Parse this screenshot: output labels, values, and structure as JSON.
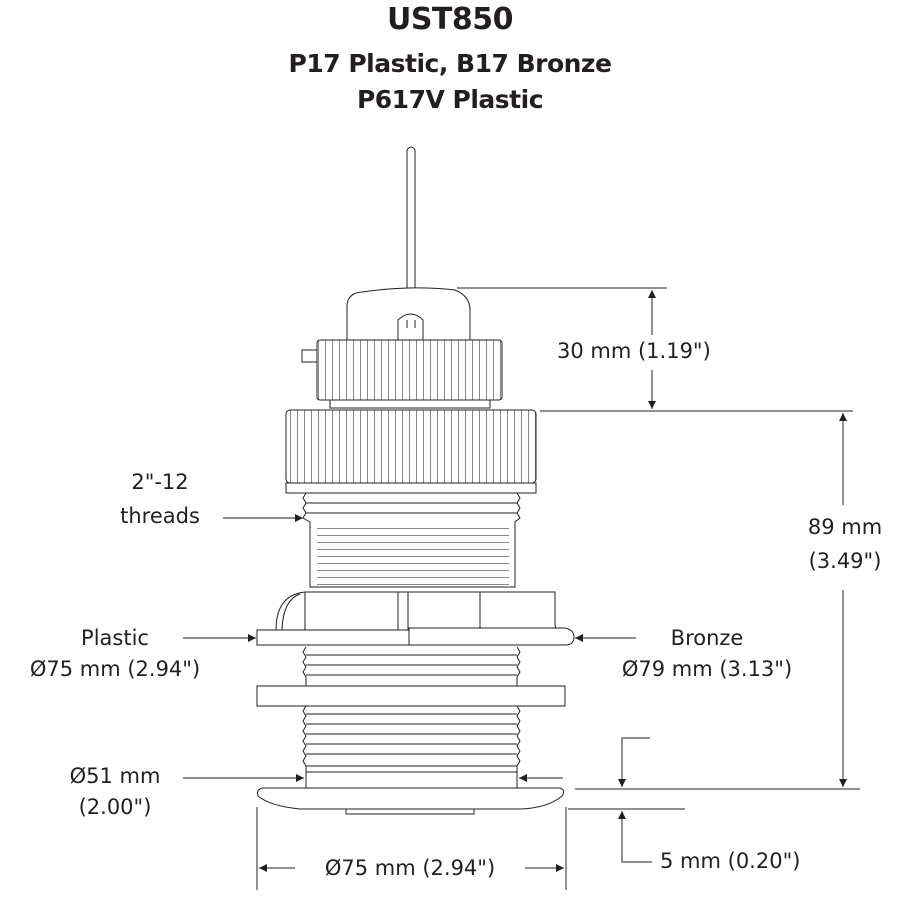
{
  "title": {
    "model": "UST850",
    "variants_line1": "P17 Plastic, B17 Bronze",
    "variants_line2": "P617V Plastic"
  },
  "dimensions": {
    "cap_height": "30 mm (1.19\")",
    "body_height_mm": "89 mm",
    "body_height_in": "(3.49\")",
    "threads_line1": "2\"-12",
    "threads_line2": "threads",
    "plastic_label": "Plastic",
    "plastic_diameter": "Ø75 mm (2.94\")",
    "bronze_label": "Bronze",
    "bronze_diameter": "Ø79 mm (3.13\")",
    "shaft_diameter_mm": "Ø51 mm",
    "shaft_diameter_in": "(2.00\")",
    "flange_thickness": "5 mm (0.20\")",
    "flange_diameter": "Ø75 mm (2.94\")"
  },
  "colors": {
    "line": "#231f20",
    "text": "#231f20",
    "background": "#ffffff"
  }
}
